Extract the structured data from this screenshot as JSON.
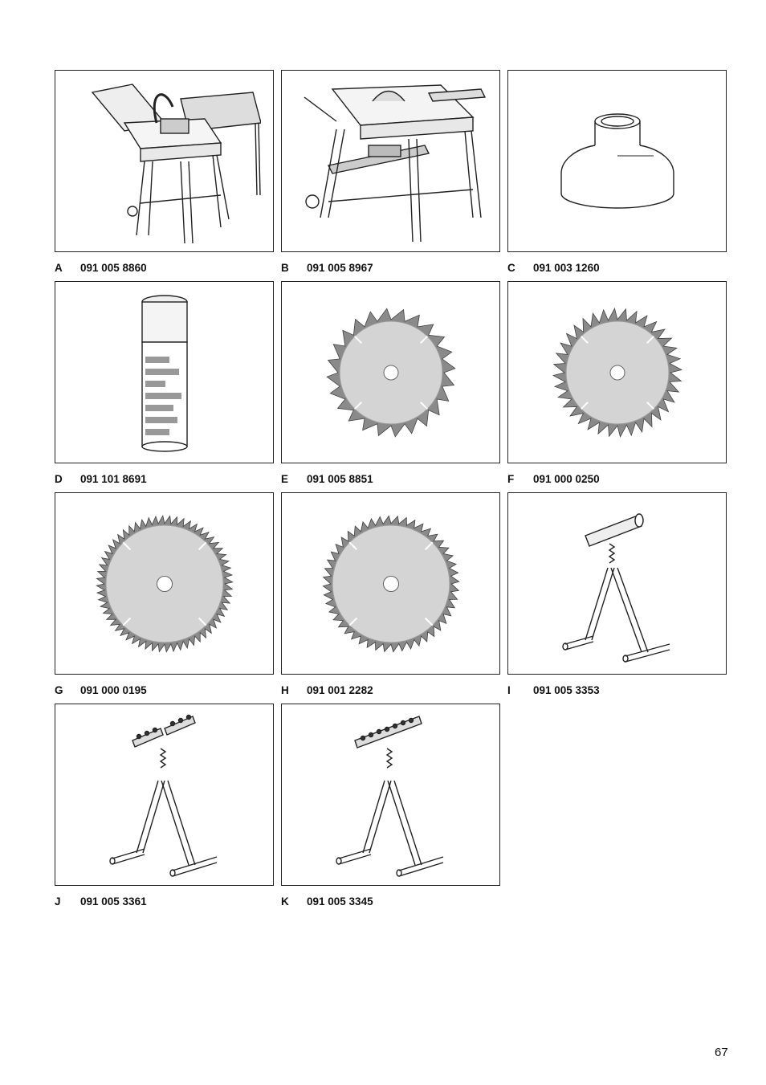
{
  "items": [
    {
      "letter": "A",
      "code": "091 005 8860",
      "icon": "table-saw-with-extensions-icon"
    },
    {
      "letter": "B",
      "code": "091 005 8967",
      "icon": "table-saw-with-sliding-carriage-icon"
    },
    {
      "letter": "C",
      "code": "091 003 1260",
      "icon": "dust-adapter-icon"
    },
    {
      "letter": "D",
      "code": "091 101 8691",
      "icon": "spray-can-icon"
    },
    {
      "letter": "E",
      "code": "091 005 8851",
      "icon": "saw-blade-24-teeth-icon"
    },
    {
      "letter": "F",
      "code": "091 000 0250",
      "icon": "saw-blade-36-teeth-icon"
    },
    {
      "letter": "G",
      "code": "091 000 0195",
      "icon": "saw-blade-60-teeth-icon"
    },
    {
      "letter": "H",
      "code": "091 001 2282",
      "icon": "saw-blade-48-teeth-icon"
    },
    {
      "letter": "I",
      "code": "091 005 3353",
      "icon": "roller-stand-icon"
    },
    {
      "letter": "J",
      "code": "091 005 3361",
      "icon": "ball-roller-stand-split-icon"
    },
    {
      "letter": "K",
      "code": "091 005 3345",
      "icon": "ball-roller-stand-icon"
    }
  ],
  "page_number": "67"
}
